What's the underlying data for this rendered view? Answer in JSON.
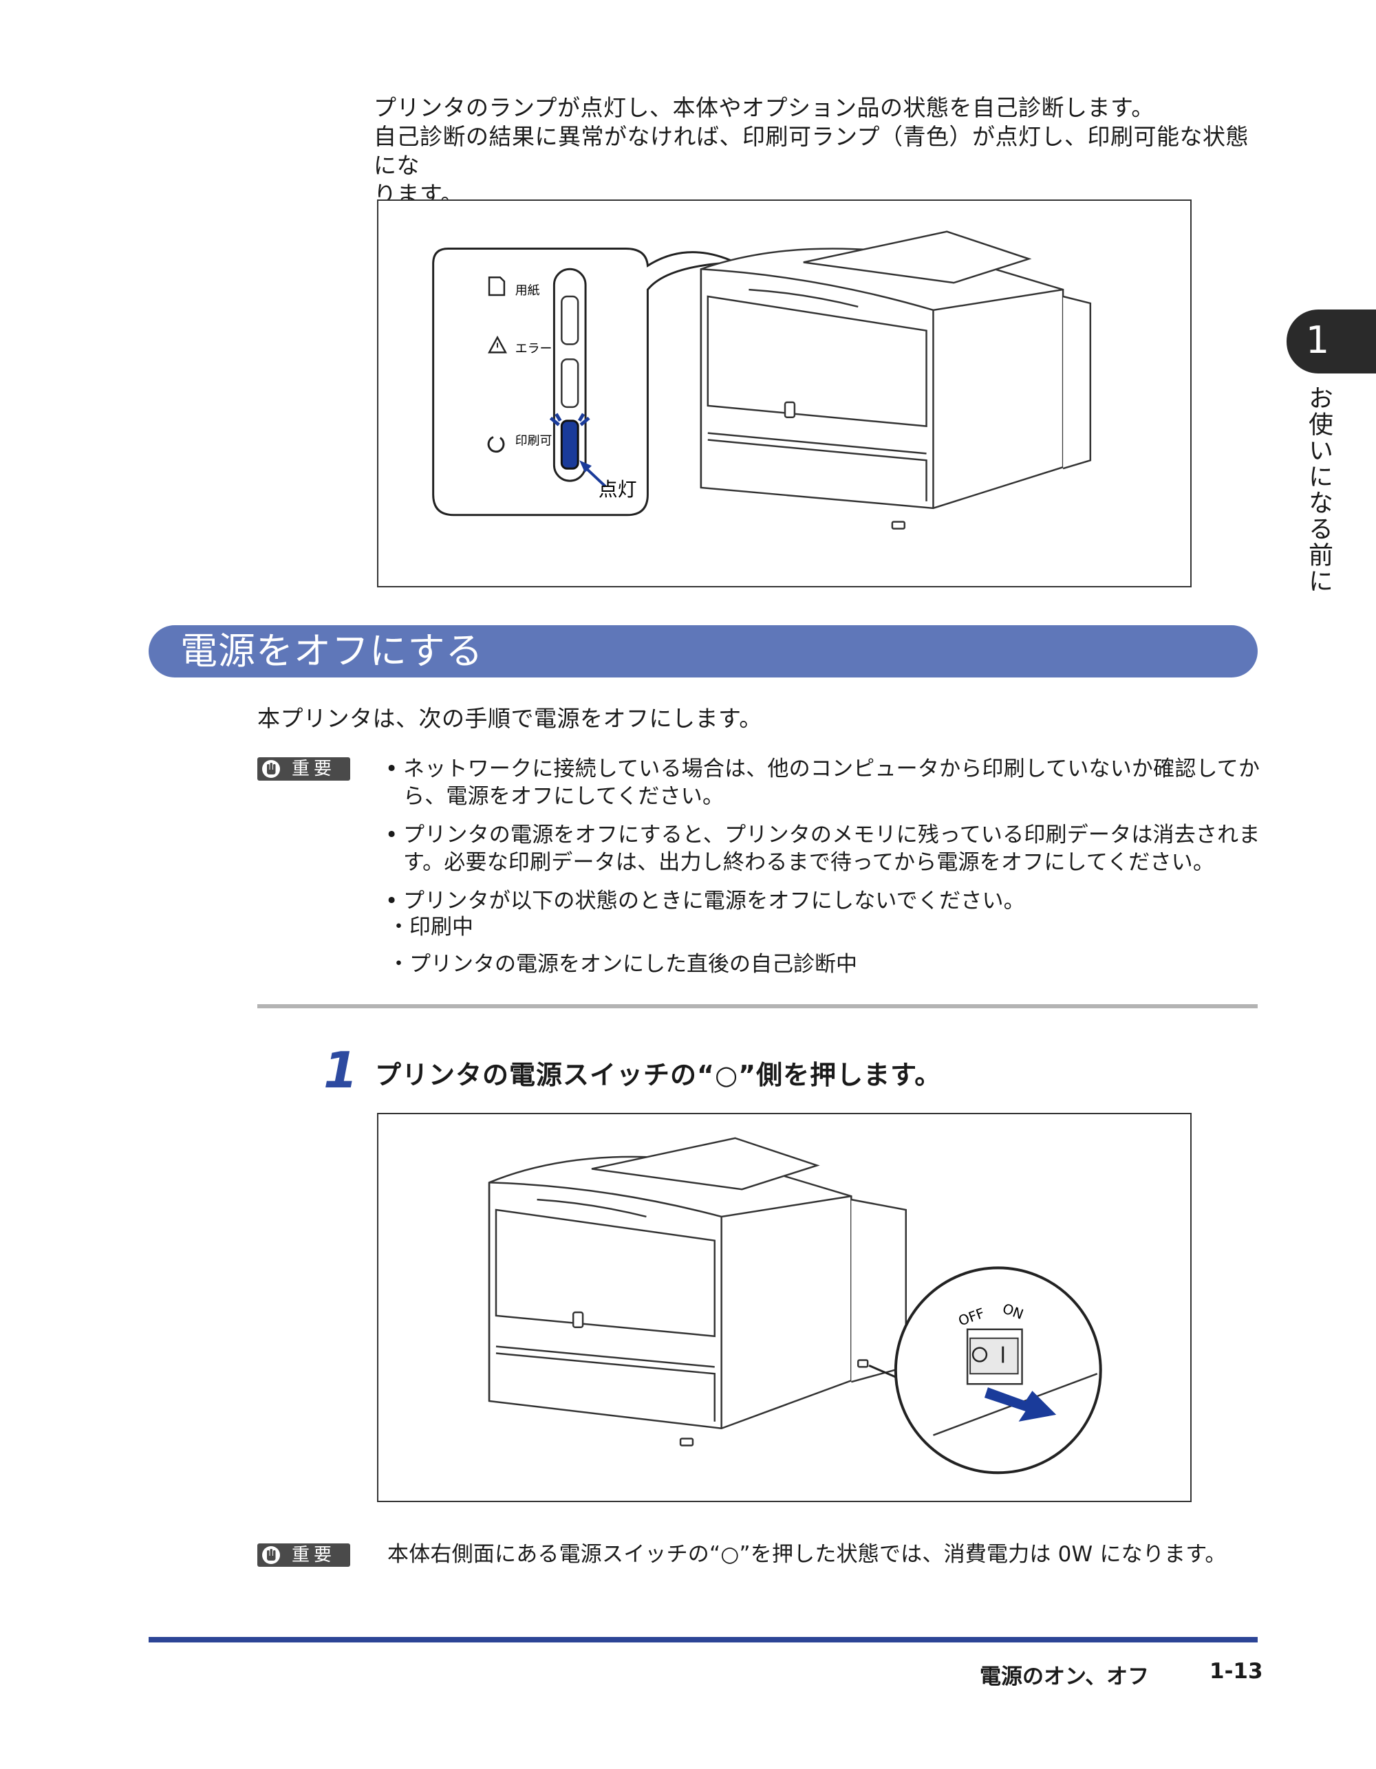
{
  "intro": {
    "line1": "プリンタのランプが点灯し、本体やオプション品の状態を自己診断します。",
    "line2": "自己診断の結果に異常がなければ、印刷可ランプ（青色）が点灯し、印刷可能な状態にな",
    "line3": "ります。"
  },
  "figure1": {
    "label_paper": "用紙",
    "label_error": "エラー",
    "label_ready": "印刷可",
    "label_lit": "点灯"
  },
  "section": {
    "title": "電源をオフにする",
    "lead": "本プリンタは、次の手順で電源をオフにします。"
  },
  "important1": {
    "badge": "重要",
    "bullets": [
      "ネットワークに接続している場合は、他のコンピュータから印刷していないか確認してから、電源をオフにしてください。",
      "プリンタの電源をオフにすると、プリンタのメモリに残っている印刷データは消去されます。必要な印刷データは、出力し終わるまで待ってから電源をオフにしてください。",
      "プリンタが以下の状態のときに電源をオフにしないでください。"
    ],
    "subs": [
      "・印刷中",
      "・プリンタの電源をオンにした直後の自己診断中"
    ]
  },
  "step1": {
    "number": "1",
    "text": "プリンタの電源スイッチの“○”側を押します。"
  },
  "figure2": {
    "label_off": "OFF",
    "label_on": "ON"
  },
  "important2": {
    "badge": "重要",
    "text": "本体右側面にある電源スイッチの“○”を押した状態では、消費電力は 0W になります。"
  },
  "footer": {
    "title": "電源のオン、オフ",
    "page": "1-13"
  },
  "side_tab": {
    "chapter": "1",
    "title": "お使いになる前に"
  },
  "colors": {
    "section_band": "#5f77b9",
    "accent_blue": "#2c4596",
    "step_number": "#2d4aa0",
    "badge_bg": "#4a4a4a"
  }
}
